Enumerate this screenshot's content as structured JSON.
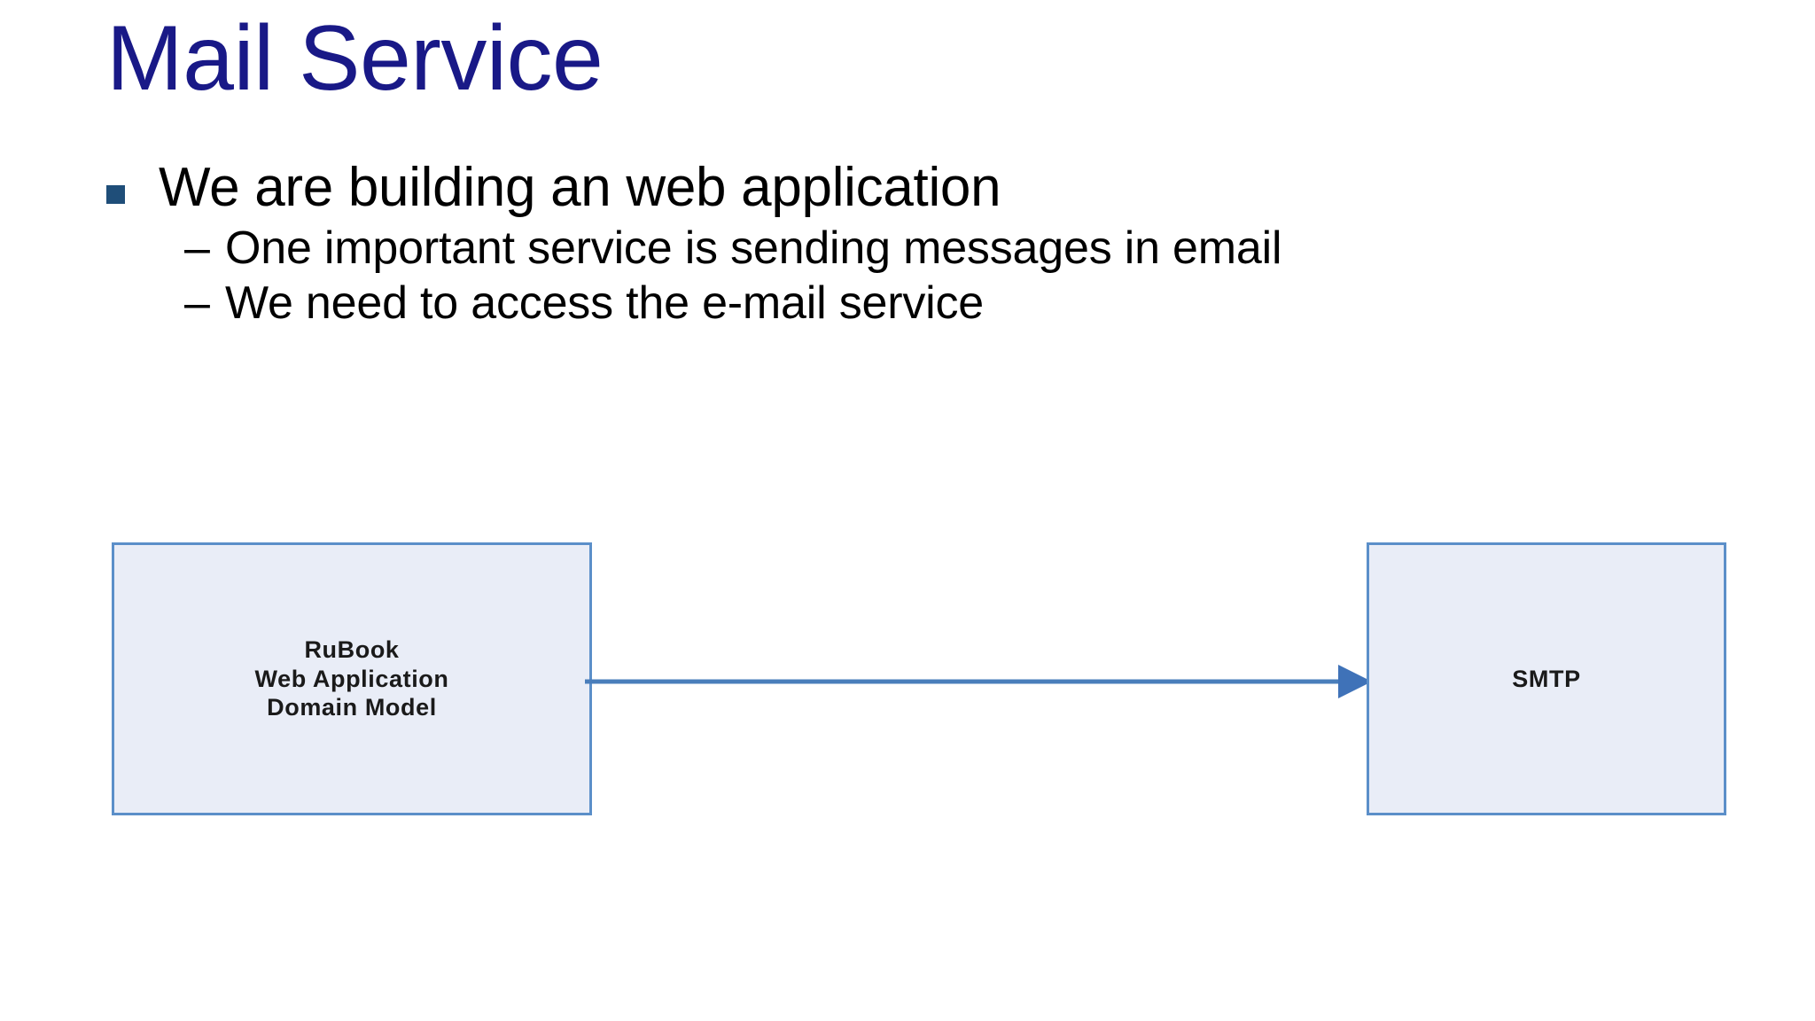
{
  "slide": {
    "title": "Mail Service",
    "title_color": "#191987",
    "background": "#ffffff"
  },
  "body": {
    "bullets": [
      {
        "level": 1,
        "marker": "square-bullet",
        "marker_color": "#1F4E79",
        "text": "We are building an web application",
        "children": [
          {
            "level": 2,
            "marker": "–",
            "text": "One important service is sending messages in email"
          },
          {
            "level": 2,
            "marker": "–",
            "text": "We need to access the e-mail service"
          }
        ]
      }
    ]
  },
  "diagram": {
    "type": "block-flow",
    "fill_color": "#E9EDF7",
    "border_color": "#5B8FC9",
    "arrow_color": "#4A7EBB",
    "nodes": [
      {
        "id": "app",
        "label_lines": [
          "RuBook",
          "Web Application",
          "Domain Model"
        ]
      },
      {
        "id": "smtp",
        "label_lines": [
          "SMTP"
        ]
      }
    ],
    "edges": [
      {
        "from": "app",
        "to": "smtp",
        "direction": "right",
        "label": ""
      }
    ]
  }
}
